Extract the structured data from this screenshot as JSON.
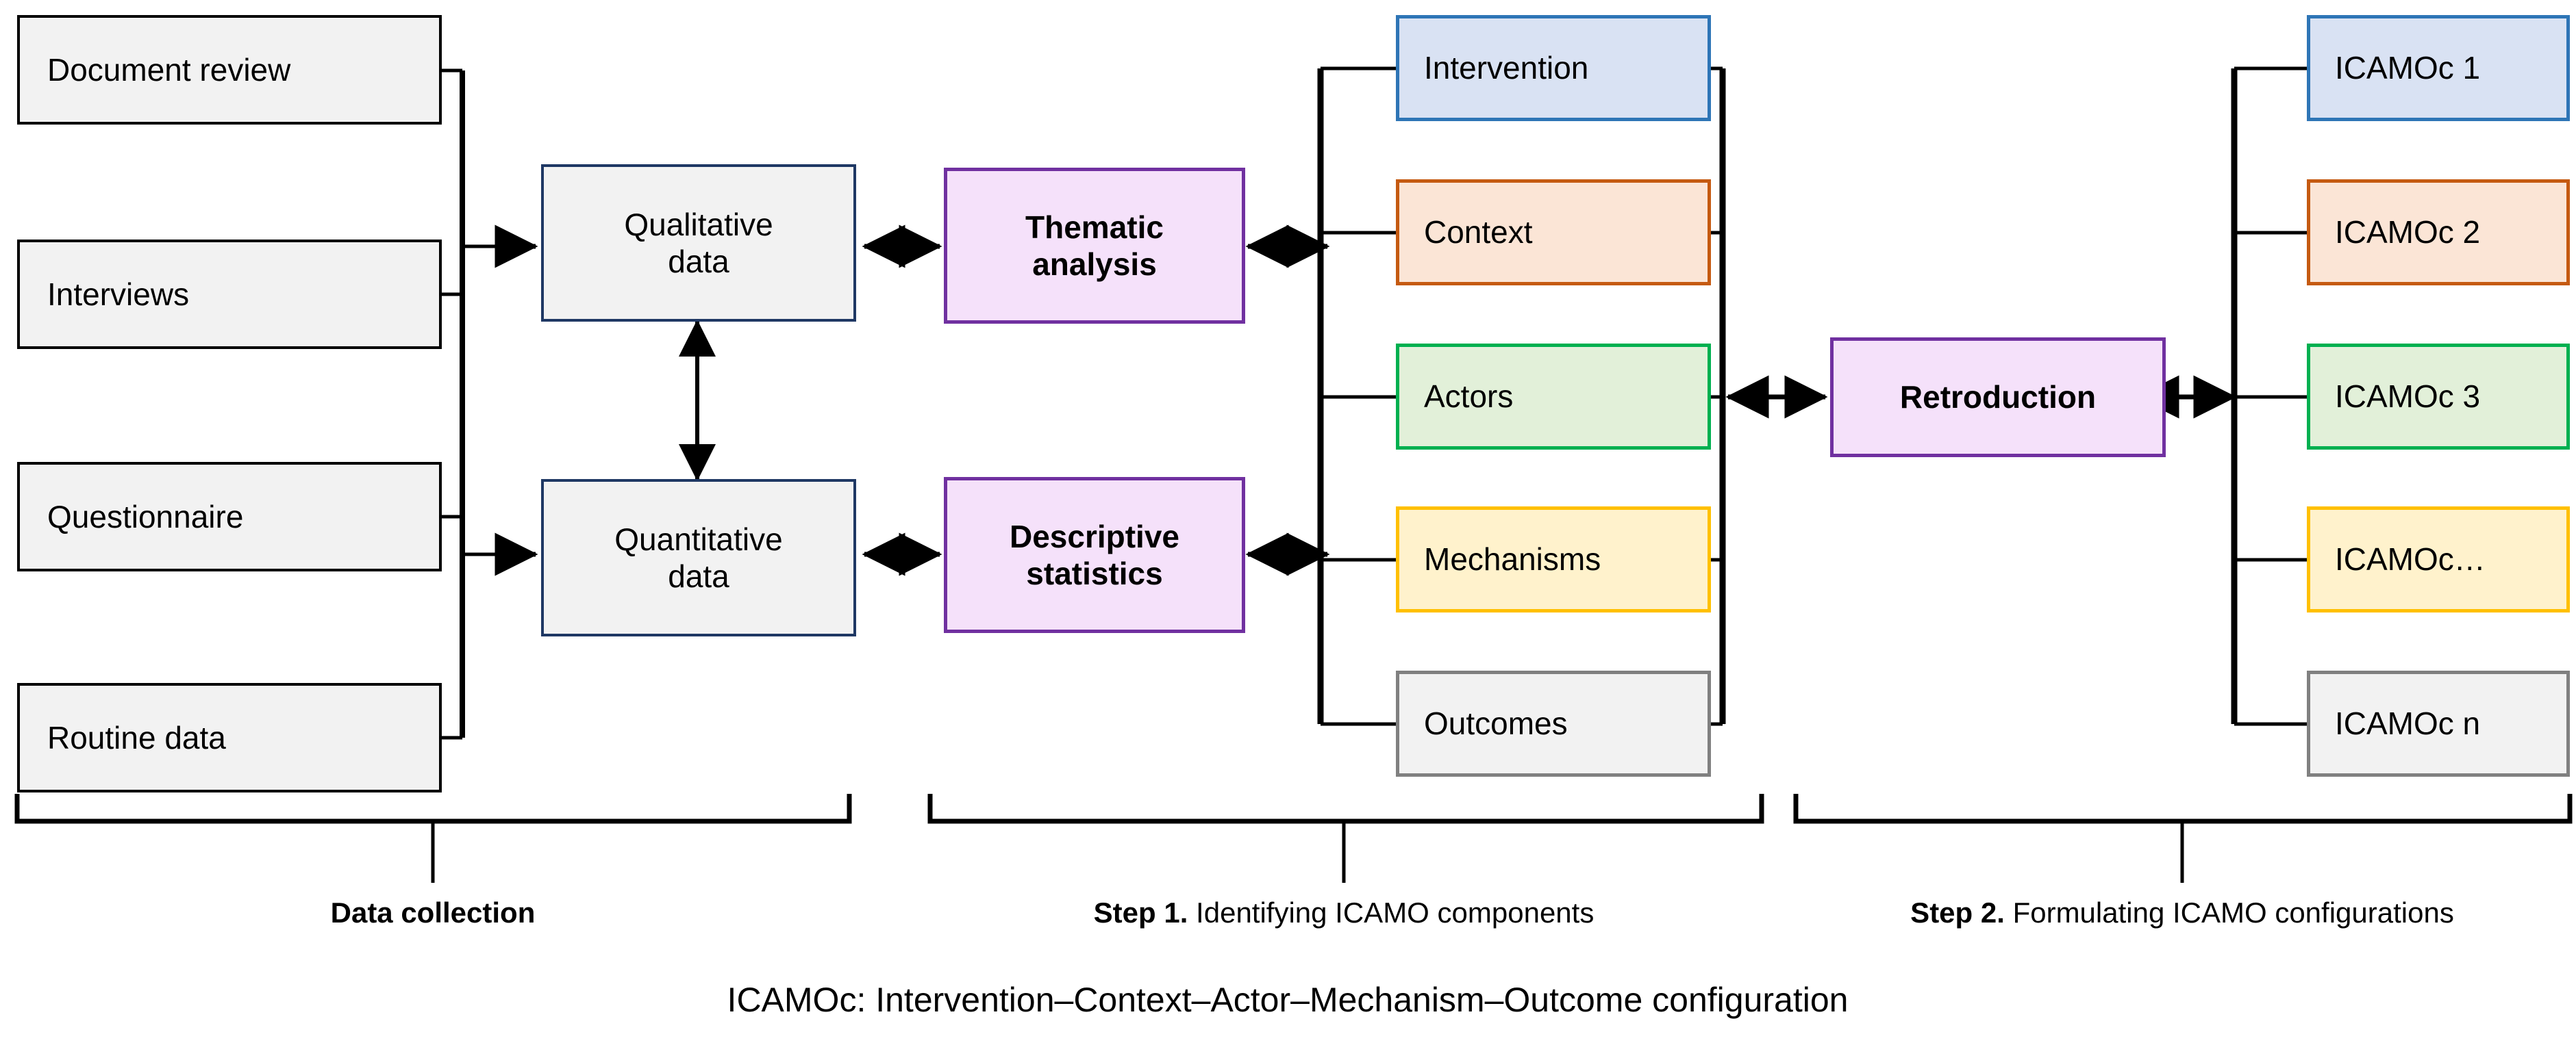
{
  "diagram": {
    "caption": "ICAMOc: Intervention–Context–Actor–Mechanism–Outcome configuration",
    "accent_colors": {
      "blue": "#2E75B6",
      "orange": "#C55A11",
      "green": "#00B050",
      "amber": "#FFC000",
      "grey": "#808080",
      "purple": "#7030A0",
      "navy": "#1F3864",
      "black": "#000000"
    }
  },
  "sources": {
    "items": [
      {
        "label": "Document review"
      },
      {
        "label": "Interviews"
      },
      {
        "label": "Questionnaire"
      },
      {
        "label": "Routine data"
      }
    ]
  },
  "data_types": {
    "items": [
      {
        "label": "Qualitative\ndata",
        "line1": "Qualitative",
        "line2": "data"
      },
      {
        "label": "Quantitative\ndata",
        "line1": "Quantitative",
        "line2": "data"
      }
    ]
  },
  "analyses": {
    "items": [
      {
        "line1": "Thematic",
        "line2": "analysis"
      },
      {
        "line1": "Descriptive",
        "line2": "statistics"
      }
    ]
  },
  "icamo_components": {
    "items": [
      {
        "label": "Intervention",
        "color": "#2E75B6"
      },
      {
        "label": "Context",
        "color": "#C55A11"
      },
      {
        "label": "Actors",
        "color": "#00B050"
      },
      {
        "label": "Mechanisms",
        "color": "#FFC000"
      },
      {
        "label": "Outcomes",
        "color": "#808080"
      }
    ]
  },
  "synthesis": {
    "label": "Retroduction"
  },
  "icamo_configurations": {
    "items": [
      {
        "label": "ICAMOc 1",
        "color": "#2E75B6"
      },
      {
        "label": "ICAMOc 2",
        "color": "#C55A11"
      },
      {
        "label": "ICAMOc 3",
        "color": "#00B050"
      },
      {
        "label": "ICAMOc…",
        "color": "#FFC000"
      },
      {
        "label": "ICAMOc n",
        "color": "#808080"
      }
    ]
  },
  "phases": {
    "items": [
      {
        "bold": "Data collection",
        "rest": ""
      },
      {
        "bold": "Step 1.",
        "rest": " Identifying  ICAMO  components"
      },
      {
        "bold": "Step 2.",
        "rest": " Formulating ICAMO configurations"
      }
    ]
  }
}
